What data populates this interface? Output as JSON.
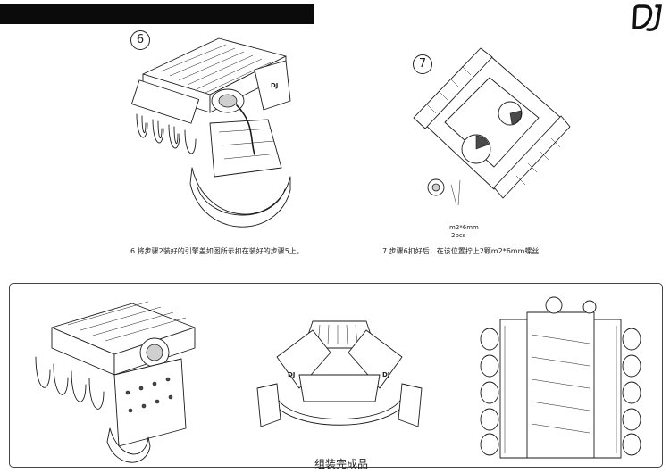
{
  "header": {
    "brand_logo_text": "DJ"
  },
  "steps": [
    {
      "number": "6",
      "caption": "6.将步骤2装好的引擎盖如图所示扣在装好的步骤5上。"
    },
    {
      "number": "7",
      "caption": "7.步骤6扣好后，在该位置拧上2颗m2*6mm螺丝",
      "screw_spec": "m2*6mm",
      "screw_qty": "2pcs"
    }
  ],
  "completed": {
    "title": "组装完成品"
  }
}
